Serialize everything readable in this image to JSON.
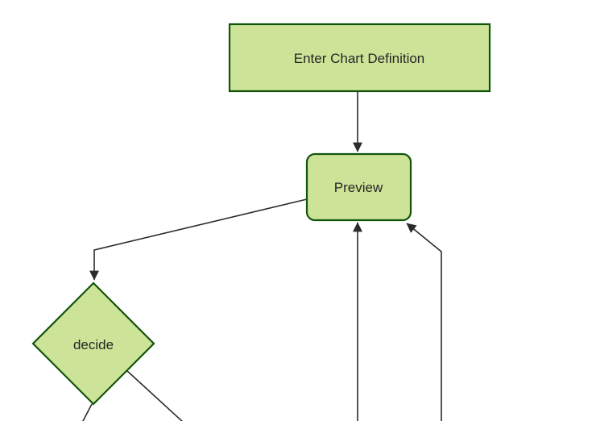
{
  "diagram": {
    "type": "flowchart",
    "orientation": "top-down",
    "background": "#ffffff",
    "colors": {
      "node_fill": "#cde498",
      "node_border": "#13540c",
      "edge": "#2b2b2b",
      "text": "#262626"
    },
    "nodes": [
      {
        "id": "enter-chart-definition",
        "label": "Enter Chart Definition",
        "shape": "rect"
      },
      {
        "id": "preview",
        "label": "Preview",
        "shape": "rounded-rect"
      },
      {
        "id": "decide",
        "label": "decide",
        "shape": "diamond"
      }
    ],
    "edges": [
      {
        "from": "enter-chart-definition",
        "to": "preview",
        "arrow": true
      },
      {
        "from": "preview",
        "to": "decide",
        "arrow": true
      },
      {
        "from": "decide",
        "to": "offscreen-bottom-left",
        "arrow": false
      },
      {
        "from": "decide",
        "to": "offscreen-bottom-right",
        "arrow": false
      },
      {
        "from": "offscreen-bottom-center",
        "to": "preview",
        "arrow": true
      },
      {
        "from": "offscreen-bottom-right",
        "to": "preview",
        "arrow": true
      }
    ]
  }
}
